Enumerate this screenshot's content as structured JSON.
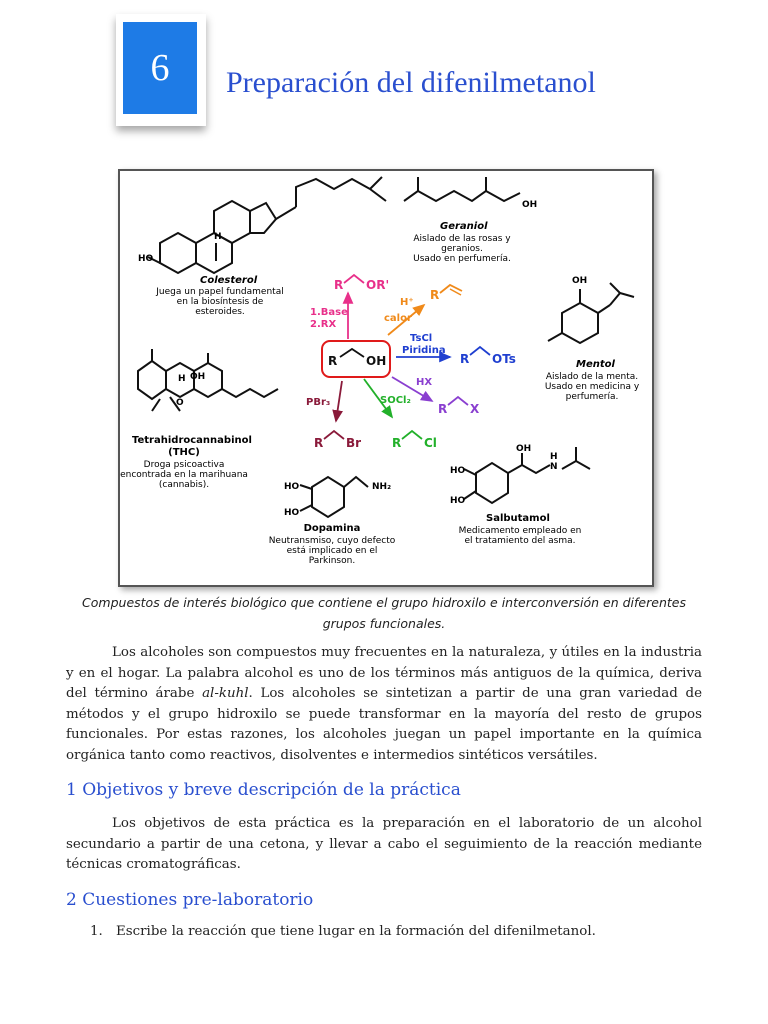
{
  "chapter": {
    "number": "6",
    "title": "Preparación del difenilmetanol"
  },
  "figure": {
    "compounds": {
      "colesterol": {
        "name": "Colesterol",
        "desc": [
          "Juega un papel fundamental",
          "en la biosíntesis de",
          "esteroides."
        ],
        "label_ho": "HO",
        "label_h": "H"
      },
      "geraniol": {
        "name": "Geraniol",
        "desc": [
          "Aislado de las rosas y",
          "geranios.",
          "Usado en perfumería."
        ],
        "label_oh": "OH"
      },
      "mentol": {
        "name": "Mentol",
        "desc": [
          "Aislado de la menta.",
          "Usado en medicina y",
          "perfumería."
        ],
        "label_oh": "OH"
      },
      "thc": {
        "name": "Tetrahidrocannabinol",
        "abbr": "(THC)",
        "desc": [
          "Droga psicoactiva",
          "encontrada en la marihuana",
          "(cannabis)."
        ],
        "label_oh": "OH",
        "label_o": "O",
        "label_h": "H"
      },
      "dopamina": {
        "name": "Dopamina",
        "desc": [
          "Neutransmiso, cuyo defecto",
          "está implicado en el",
          "Parkinson."
        ],
        "label_ho": "HO",
        "label_nh2": "NH₂"
      },
      "salbutamol": {
        "name": "Salbutamol",
        "desc": [
          "Medicamento empleado en",
          "el tratamiento del asma."
        ],
        "label_ho": "HO",
        "label_oh": "OH",
        "label_n": "N",
        "label_h": "H"
      }
    },
    "reactions": {
      "center": "OH",
      "r": "R",
      "ether": {
        "reagent": [
          "1.Base",
          "2.RX"
        ],
        "product": "OR'"
      },
      "alkene": {
        "reagent": [
          "H⁺",
          "calor"
        ]
      },
      "tosylate": {
        "reagent": [
          "TsCl",
          "Piridina"
        ],
        "product": "OTs"
      },
      "halide": {
        "reagent": "HX",
        "product": "X"
      },
      "bromide": {
        "reagent": "PBr₃",
        "product": "Br"
      },
      "chloride": {
        "reagent": "SOCl₂",
        "product": "Cl"
      }
    },
    "colors": {
      "pink": "#e8308a",
      "orange": "#f08a1a",
      "blue": "#1f3fd0",
      "purple": "#8a3fd0",
      "darkred": "#8a1a3a",
      "green": "#22b02a",
      "red": "#e01a1a"
    }
  },
  "caption": "Compuestos de interés biológico que contiene el grupo hidroxilo e interconversión en diferentes grupos funcionales.",
  "intro": {
    "t1": "Los alcoholes son compuestos muy frecuentes en la naturaleza, y útiles en la industria y en el hogar. La palabra alcohol es uno de los términos más antiguos de la química, deriva del término árabe ",
    "term": "al-kuhl",
    "t2": ". Los alcoholes se sintetizan a partir de una gran variedad de métodos y el grupo hidroxilo se puede transformar en la mayoría del resto de grupos funcionales. Por estas razones, los alcoholes juegan un papel importante en la química orgánica tanto como reactivos, disolventes e intermedios sintéticos versátiles."
  },
  "section1": {
    "heading": "1 Objetivos y breve descripción de la práctica",
    "text": "Los objetivos de esta práctica es la preparación en el laboratorio de un alcohol secundario a partir de una cetona, y llevar a cabo el seguimiento de la reacción mediante técnicas cromatográficas."
  },
  "section2": {
    "heading": "2 Cuestiones pre-laboratorio",
    "items": [
      {
        "num": "1.",
        "text": "Escribe la reacción que tiene lugar en la formación del difenilmetanol."
      }
    ]
  }
}
